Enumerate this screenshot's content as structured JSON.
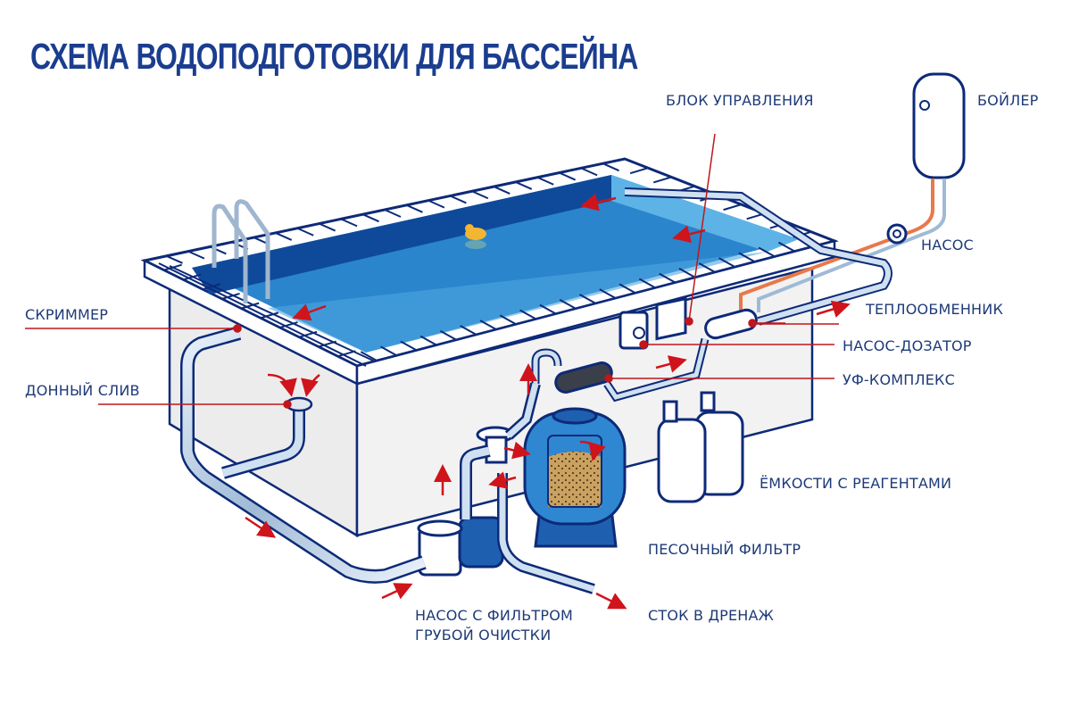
{
  "title": "СХЕМА ВОДОПОДГОТОВКИ ДЛЯ БАССЕЙНА",
  "colors": {
    "title": "#1b3d8f",
    "label": "#1e3a78",
    "outline": "#0d2a78",
    "water_dark": "#1e6fb5",
    "water_light": "#5db3e6",
    "leader": "#c0161c",
    "hot_pipe": "#e8794a",
    "pipe": "#9fbad6",
    "sand": "#c9a262",
    "filter_body": "#2f86d1"
  },
  "labels": {
    "control_unit": "БЛОК УПРАВЛЕНИЯ",
    "boiler": "БОЙЛЕР",
    "pump": "НАСОС",
    "heat_exchanger": "ТЕПЛООБМЕННИК",
    "dosing_pump": "НАСОС-ДОЗАТОР",
    "uv_complex": "УФ-КОМПЛЕКС",
    "reagent_tanks": "ЁМКОСТИ С РЕАГЕНТАМИ",
    "sand_filter": "ПЕСОЧНЫЙ ФИЛЬТР",
    "drain": "СТОК В ДРЕНАЖ",
    "main_pump_line1": "НАСОС С ФИЛЬТРОМ",
    "main_pump_line2": "ГРУБОЙ ОЧИСТКИ",
    "skimmer": "СКРИММЕР",
    "bottom_drain": "ДОННЫЙ СЛИВ"
  }
}
